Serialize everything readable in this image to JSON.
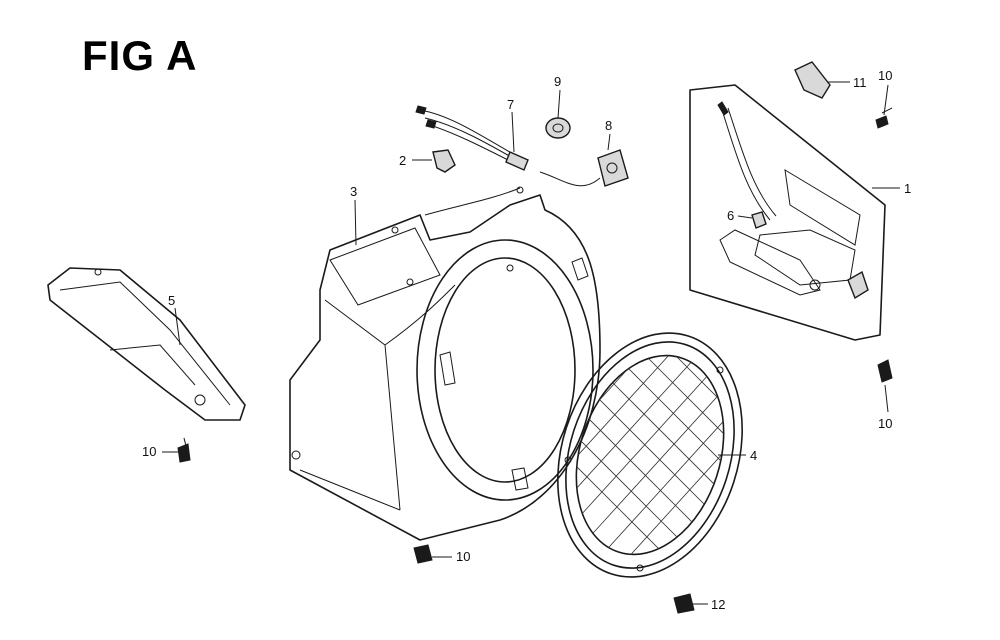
{
  "title": "FIG A",
  "callouts": {
    "c1": "1",
    "c2": "2",
    "c3": "3",
    "c4": "4",
    "c5": "5",
    "c6": "6",
    "c7": "7",
    "c8": "8",
    "c9": "9",
    "c10a": "10",
    "c10b": "10",
    "c10c": "10",
    "c10d": "10",
    "c11": "11",
    "c12": "12"
  }
}
